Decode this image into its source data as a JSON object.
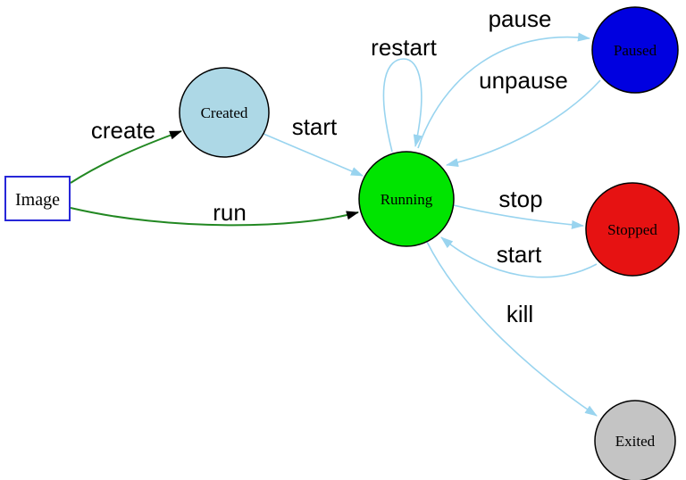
{
  "colors": {
    "background": "#ffffff",
    "edge_green": "#22882 2",
    "edge_blue": "#99d4ef",
    "node_border": "#000000",
    "image_box_border": "#2727d8",
    "label_text": "#000000"
  },
  "nodes": {
    "image": {
      "label": "Image",
      "shape": "rectangle",
      "fill": "#ffffff",
      "border": "#2727d8"
    },
    "created": {
      "label": "Created",
      "shape": "circle",
      "fill": "#add8e6"
    },
    "running": {
      "label": "Running",
      "shape": "circle",
      "fill": "#00e400"
    },
    "paused": {
      "label": "Paused",
      "shape": "circle",
      "fill": "#0000e0"
    },
    "stopped": {
      "label": "Stopped",
      "shape": "circle",
      "fill": "#e61212"
    },
    "exited": {
      "label": "Exited",
      "shape": "circle",
      "fill": "#c4c4c4"
    }
  },
  "edges": {
    "create": {
      "label": "create",
      "from": "image",
      "to": "created",
      "color": "#228822"
    },
    "run": {
      "label": "run",
      "from": "image",
      "to": "running",
      "color": "#228822"
    },
    "start_created": {
      "label": "start",
      "from": "created",
      "to": "running",
      "color": "#99d4ef"
    },
    "restart": {
      "label": "restart",
      "from": "running",
      "to": "running",
      "color": "#99d4ef"
    },
    "pause": {
      "label": "pause",
      "from": "running",
      "to": "paused",
      "color": "#99d4ef"
    },
    "unpause": {
      "label": "unpause",
      "from": "paused",
      "to": "running",
      "color": "#99d4ef"
    },
    "stop": {
      "label": "stop",
      "from": "running",
      "to": "stopped",
      "color": "#99d4ef"
    },
    "start_stopped": {
      "label": "start",
      "from": "stopped",
      "to": "running",
      "color": "#99d4ef"
    },
    "kill": {
      "label": "kill",
      "from": "running",
      "to": "exited",
      "color": "#99d4ef"
    }
  }
}
